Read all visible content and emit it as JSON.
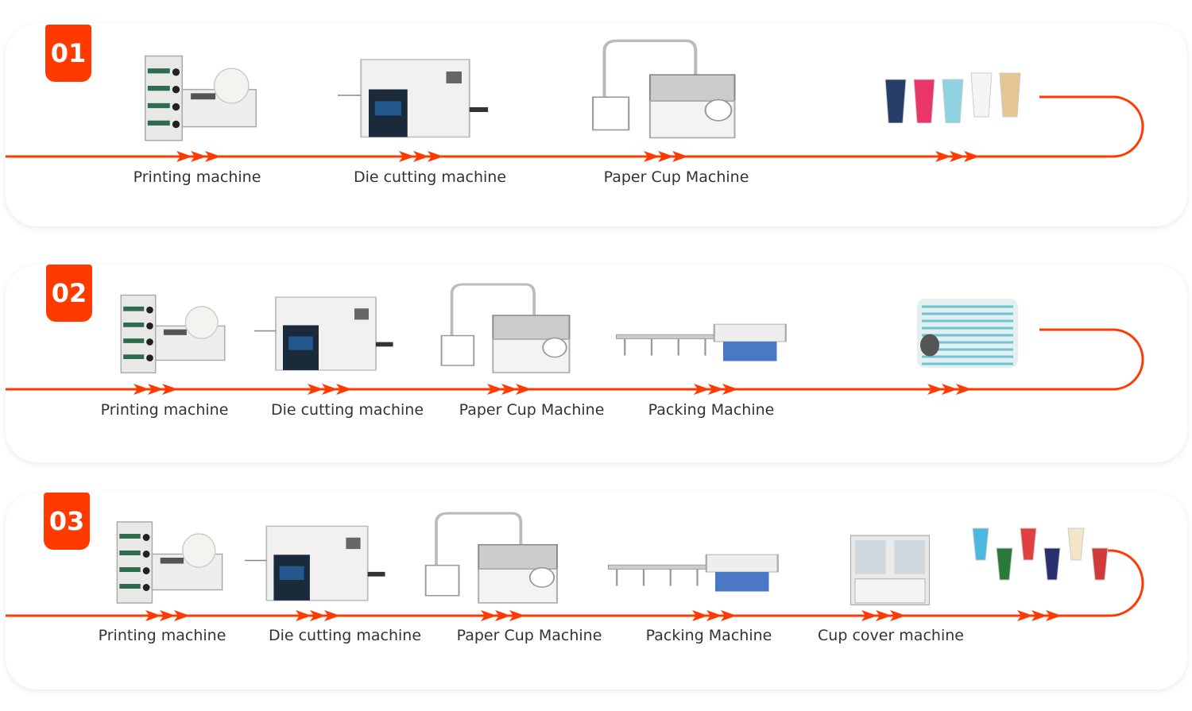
{
  "accent_color": "#ff3a00",
  "rows": [
    {
      "number": "01",
      "steps": [
        "Printing machine",
        "Die cutting machine",
        "Paper Cup Machine"
      ],
      "product": "paper-cups-image"
    },
    {
      "number": "02",
      "steps": [
        "Printing machine",
        "Die cutting machine",
        "Paper Cup Machine",
        "Packing Machine"
      ],
      "product": "packed-cups-image"
    },
    {
      "number": "03",
      "steps": [
        "Printing machine",
        "Die cutting machine",
        "Paper Cup Machine",
        "Packing Machine",
        "Cup cover machine"
      ],
      "product": "cups-with-lids-image"
    }
  ]
}
